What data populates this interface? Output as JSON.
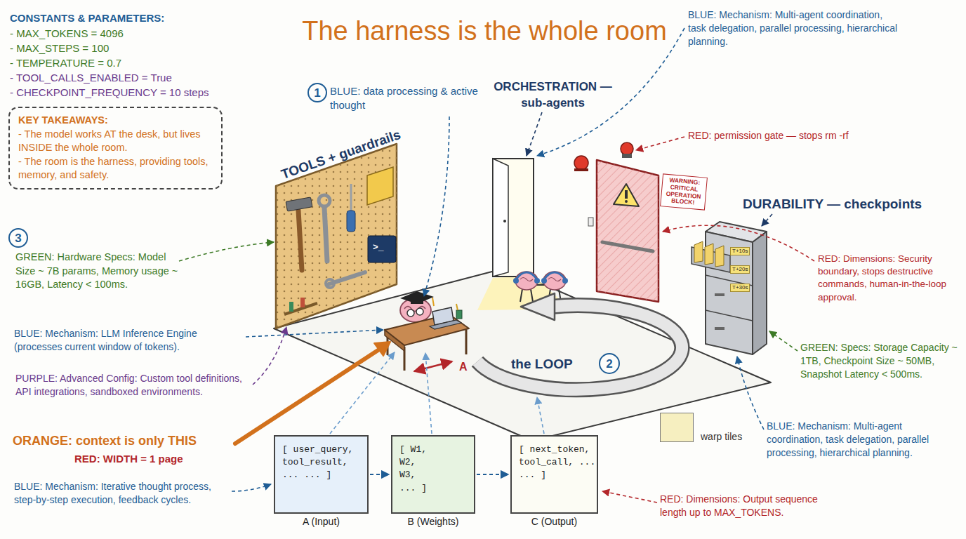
{
  "diagram": {
    "title": "The harness is the whole room",
    "nodes": [
      {
        "text": [
          "1"
        ]
      },
      {
        "text": [
          "KEY TAKEAWAYS:",
          "- The model works AT the desk, but lives INSIDE the whole room.",
          "- The room is the harness, providing tools, memory, and safety."
        ]
      },
      {
        "text": [
          "WARNING: CRITICAL OPERATION BLOCK!"
        ]
      },
      {
        "text": [
          "3"
        ]
      },
      {
        "text": [
          "2"
        ]
      },
      {
        "text": [
          "[ user_query, tool_result, ... ... ]",
          "A (Input)"
        ]
      },
      {
        "text": [
          "[ W1, W2, W3, ... ]",
          "B (Weights)"
        ]
      },
      {
        "text": [
          "[ next_token, tool_call, ... ... ]",
          "C (Output)"
        ]
      },
      {
        "text": [
          "warp tiles"
        ]
      }
    ],
    "edges": [
      {
        "from": 5,
        "to": 6,
        "arrow": "to"
      },
      {
        "from": 6,
        "to": 7,
        "arrow": "to"
      }
    ],
    "labels": [
      "CONSTANTS & PARAMETERS:",
      "- MAX_TOKENS = 4096",
      "- MAX_STEPS = 100",
      "- TEMPERATURE = 0.7",
      "- TOOL_CALLS_ENABLED = True",
      "- CHECKPOINT_FREQUENCY = 10 steps",
      "BLUE: data processing & active thought",
      "ORCHESTRATION — sub-agents",
      "BLUE: Mechanism: Multi-agent coordination, task delegation, parallel processing, hierarchical planning.",
      "RED: permission gate — stops rm -rf",
      "TOOLS + guardrails",
      "DURABILITY — checkpoints",
      "T+10s",
      "T+20s",
      "T+30s",
      "RED: Dimensions: Security boundary, stops destructive commands, human-in-the-loop approval.",
      ">_",
      "GREEN: Hardware Specs: Model Size ~ 7B params, Memory usage ~ 16GB, Latency < 100ms.",
      "BLUE: Mechanism: LLM Inference Engine (processes current window of tokens).",
      "GREEN: Specs: Storage Capacity ~ 1TB, Checkpoint Size ~ 50MB, Snapshot Latency < 500ms.",
      "the LOOP",
      "A",
      "PURPLE: Advanced Config: Custom tool definitions, API integrations, sandboxed environments.",
      "BLUE: Mechanism: Multi-agent coordination, task delegation, parallel processing, hierarchical planning.",
      "ORANGE: context is only THIS",
      "RED: WIDTH = 1 page",
      "RED: Dimensions: Output sequence length up to MAX_TOKENS.",
      "BLUE: Mechanism: Iterative thought process, step-by-step execution, feedback cycles."
    ]
  }
}
